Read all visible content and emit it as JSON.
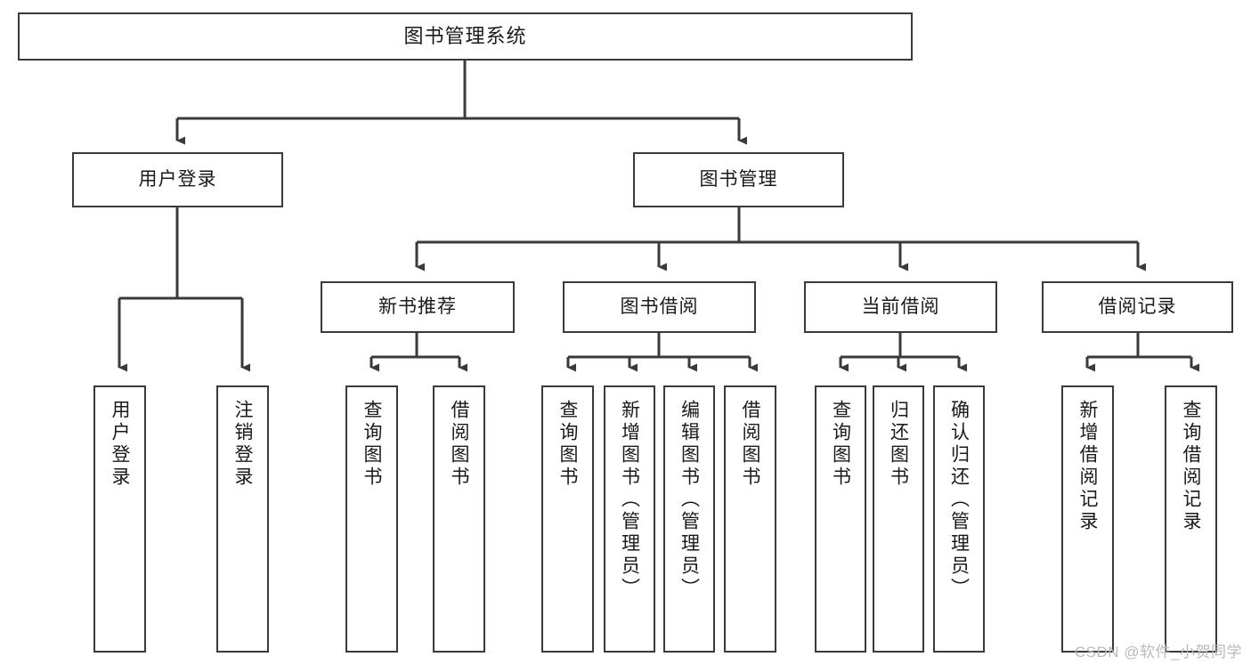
{
  "diagram": {
    "title": "图书管理系统",
    "type": "tree-hierarchy",
    "root": {
      "label": "图书管理系统"
    },
    "level2": [
      {
        "label": "用户登录"
      },
      {
        "label": "图书管理"
      }
    ],
    "level3": [
      {
        "label": "新书推荐"
      },
      {
        "label": "图书借阅"
      },
      {
        "label": "当前借阅"
      },
      {
        "label": "借阅记录"
      }
    ],
    "leaves": {
      "user_login": [
        {
          "label": "用户登录"
        },
        {
          "label": "注销登录"
        }
      ],
      "new_book_recommend": [
        {
          "label": "查询图书"
        },
        {
          "label": "借阅图书"
        }
      ],
      "book_borrow": [
        {
          "label": "查询图书"
        },
        {
          "label": "新增图书（管理员）"
        },
        {
          "label": "编辑图书（管理员）"
        },
        {
          "label": "借阅图书"
        }
      ],
      "current_borrow": [
        {
          "label": "查询图书"
        },
        {
          "label": "归还图书"
        },
        {
          "label": "确认归还（管理员）"
        }
      ],
      "borrow_record": [
        {
          "label": "新增借阅记录"
        },
        {
          "label": "查询借阅记录"
        }
      ]
    }
  },
  "watermark": {
    "text": "CSDN @软件_小贺同学"
  },
  "colors": {
    "stroke": "#3a3a3a",
    "background": "#ffffff",
    "text": "#1a1a1a",
    "watermark": "#b9b9b9"
  }
}
